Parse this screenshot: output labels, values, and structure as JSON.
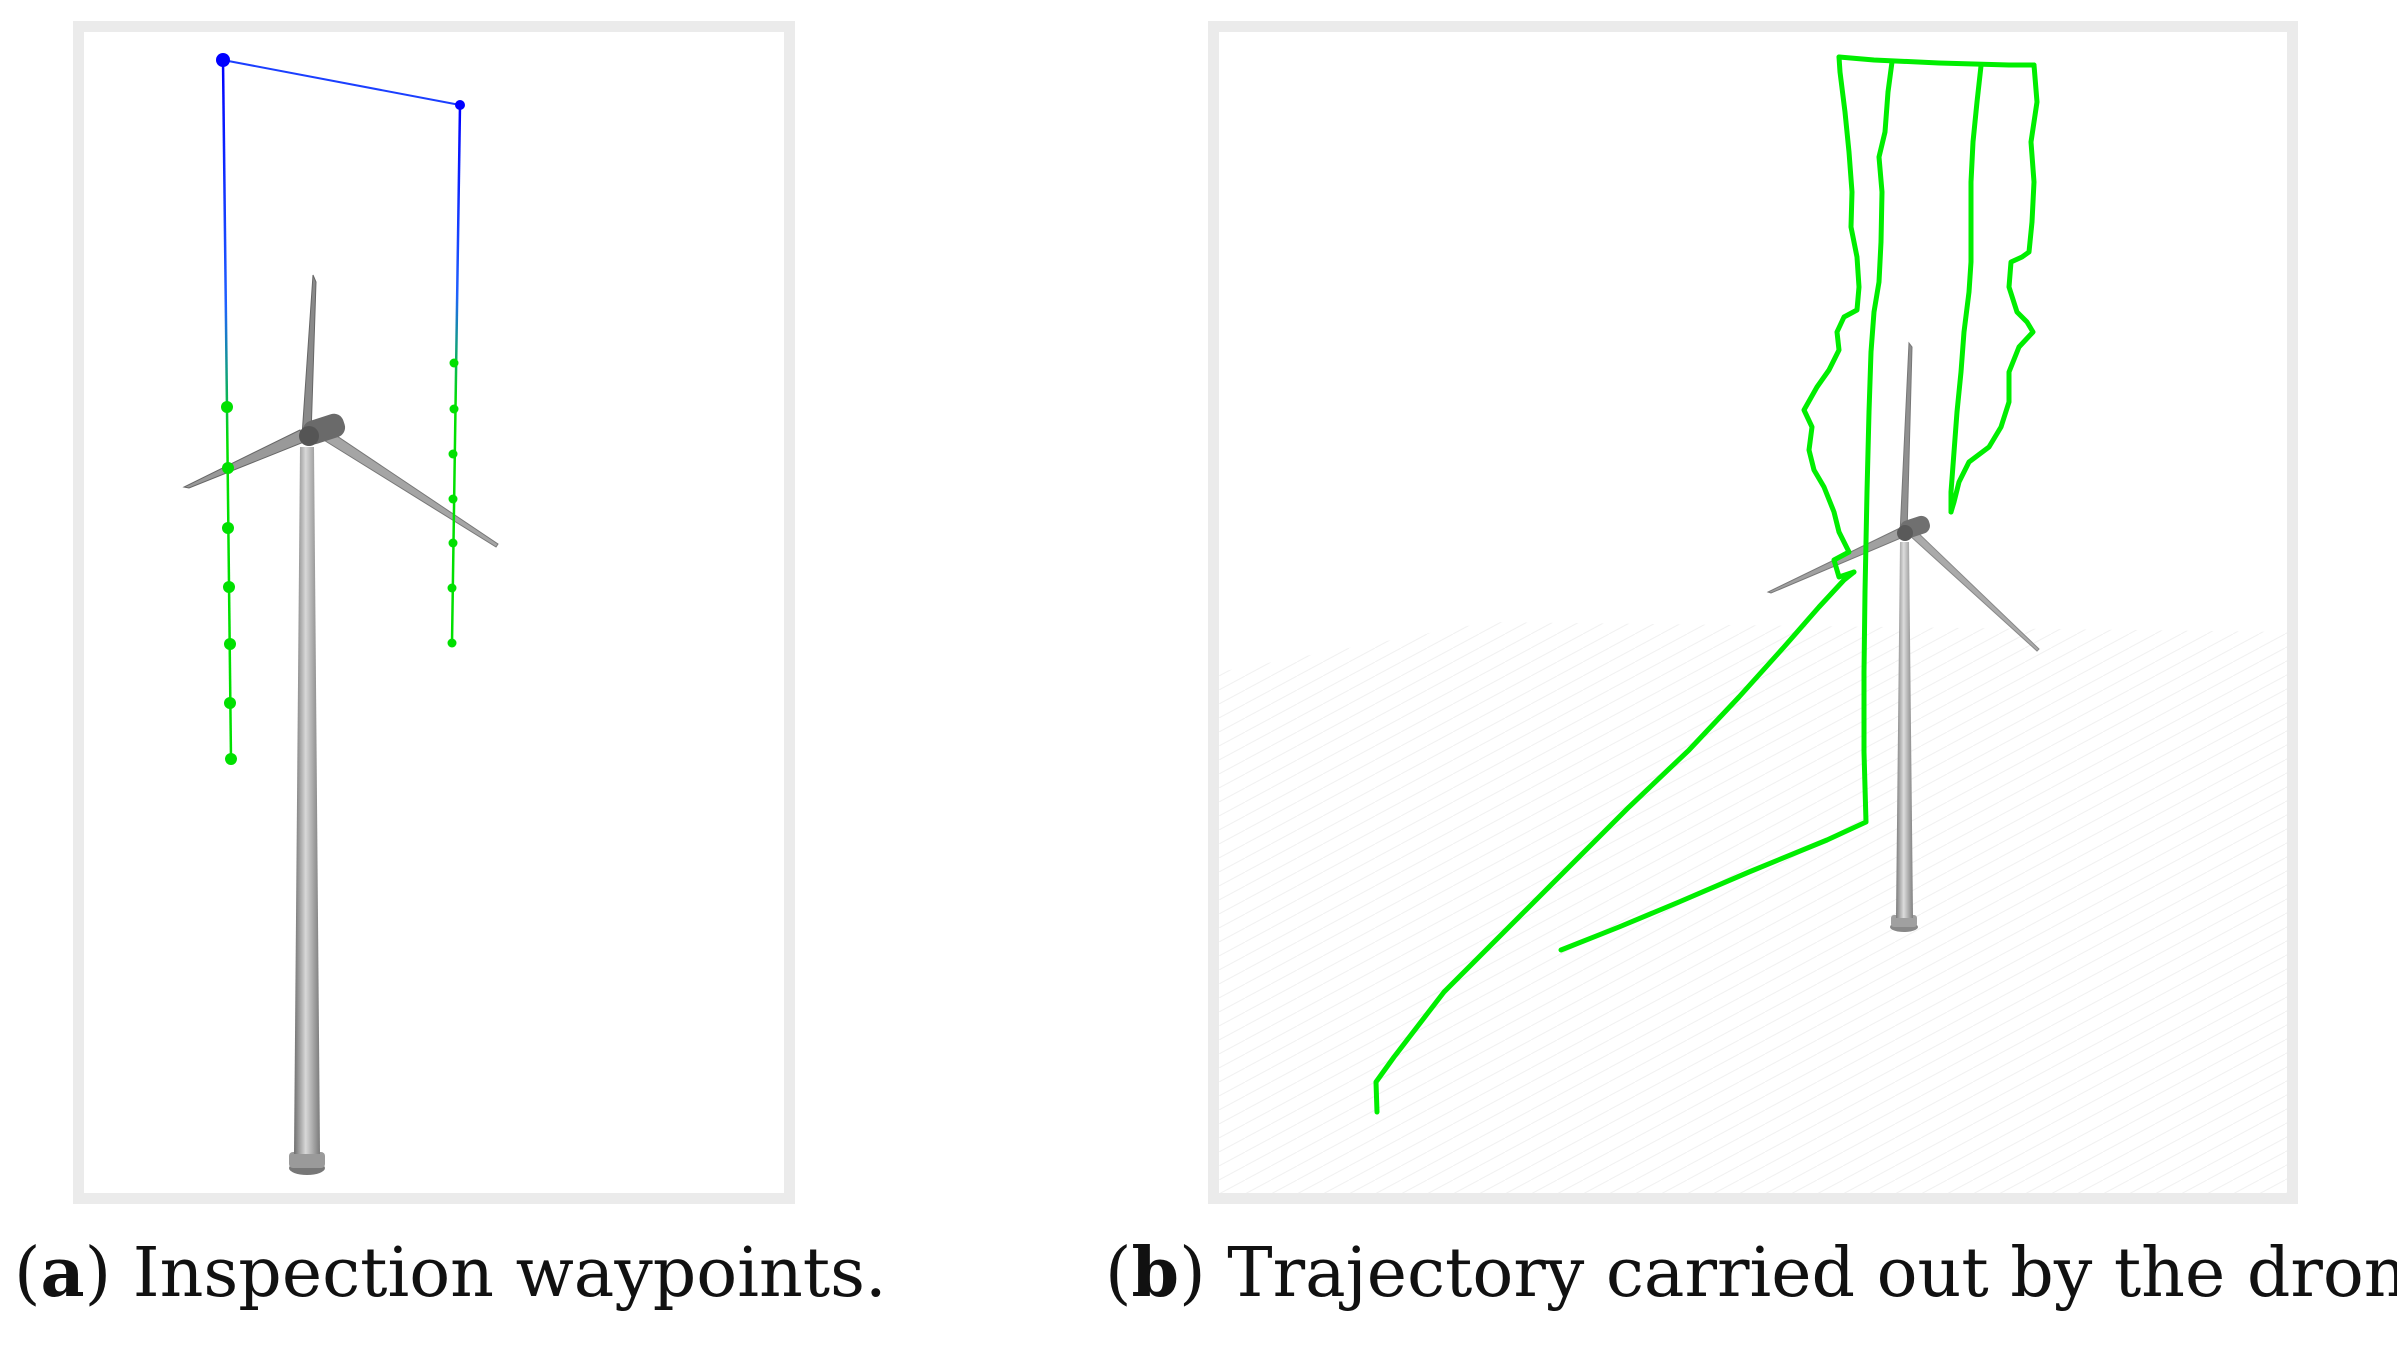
{
  "panels": [
    {
      "id": "a",
      "letter": "a",
      "caption": "Inspection waypoints.",
      "waypoint_colors": {
        "high": "#0000ff",
        "low": "#00e000"
      },
      "path_color": "#1b3fff"
    },
    {
      "id": "b",
      "letter": "b",
      "caption": "Trajectory carried out by the drone.",
      "trajectory_color": "#00ee00"
    }
  ],
  "colors": {
    "frame": "#ebebeb",
    "turbine": "#8c8c8c",
    "turbine_light": "#d6d6d6",
    "turbine_dark": "#555555"
  },
  "icons": {
    "turbine": "wind-turbine-icon"
  }
}
